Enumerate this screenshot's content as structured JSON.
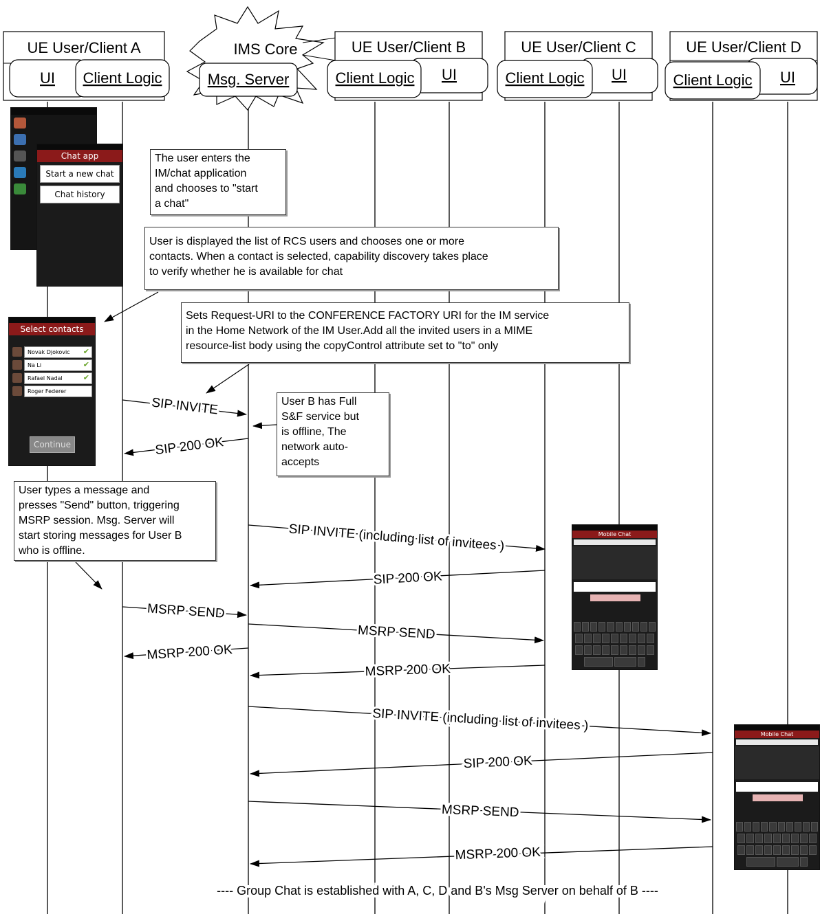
{
  "participants": [
    {
      "id": "A",
      "header": "UE User/Client A",
      "lanes": [
        {
          "label": "UI"
        },
        {
          "label": "Client Logic"
        }
      ]
    },
    {
      "id": "IMS",
      "header": "IMS Core",
      "lanes": [
        {
          "label": "Msg. Server"
        }
      ]
    },
    {
      "id": "B",
      "header": "UE User/Client B",
      "lanes": [
        {
          "label": "Client Logic"
        },
        {
          "label": "UI"
        }
      ]
    },
    {
      "id": "C",
      "header": "UE User/Client C",
      "lanes": [
        {
          "label": "Client Logic"
        },
        {
          "label": "UI"
        }
      ]
    },
    {
      "id": "D",
      "header": "UE User/Client D",
      "lanes": [
        {
          "label": "Client Logic"
        },
        {
          "label": "UI"
        }
      ]
    }
  ],
  "notes": {
    "enter_app": "The user enters the\nIM/chat application\nand chooses to \"start\na chat\"",
    "select_contacts": "User is displayed the list of RCS users and chooses one or more\ncontacts. When a contact is selected, capability discovery takes place\nto verify whether he is available for chat",
    "request_uri": "Sets Request-URI to the CONFERENCE FACTORY URI for the IM service\nin the Home Network of the IM User.Add all the invited users in a MIME\nresource-list body using the copyControl attribute set to \"to\" only",
    "user_b_offline": "User B has Full\nS&F service but\nis offline, The\nnetwork auto-\naccepts",
    "types_message": "User types a message and\npresses \"Send\" button, triggering\nMSRP session. Msg. Server will\nstart storing messages for User B\nwho is offline."
  },
  "messages": [
    {
      "label": "SIP INVITE",
      "from": "A-logic",
      "to": "Msg. Server"
    },
    {
      "label": "SIP 200 OK",
      "from": "Msg. Server",
      "to": "A-logic"
    },
    {
      "label": "SIP INVITE (including list of invitees )",
      "from": "Msg. Server",
      "to": "C-logic"
    },
    {
      "label": "SIP 200 OK",
      "from": "C-logic",
      "to": "Msg. Server"
    },
    {
      "label": "MSRP SEND",
      "from": "A-logic",
      "to": "Msg. Server"
    },
    {
      "label": "MSRP SEND",
      "from": "Msg. Server",
      "to": "C-logic"
    },
    {
      "label": "MSRP 200 OK",
      "from": "Msg. Server",
      "to": "A-logic"
    },
    {
      "label": "MSRP 200 OK",
      "from": "C-logic",
      "to": "Msg. Server"
    },
    {
      "label": "SIP INVITE (including list of invitees )",
      "from": "Msg. Server",
      "to": "D-logic"
    },
    {
      "label": "SIP 200 OK",
      "from": "D-logic",
      "to": "Msg. Server"
    },
    {
      "label": "MSRP SEND",
      "from": "Msg. Server",
      "to": "D-logic"
    },
    {
      "label": "MSRP 200 OK",
      "from": "D-logic",
      "to": "Msg. Server"
    }
  ],
  "footer": "---- Group Chat is established with A, C, D and B's Msg Server on behalf of B ----",
  "phones": {
    "chat_app": {
      "title": "Chat app",
      "items": [
        "Start a new chat",
        "Chat history"
      ]
    },
    "select_contacts": {
      "title": "Select contacts",
      "contacts": [
        "Novak Djokovic",
        "Na Li",
        "Rafael Nadal",
        "Roger Federer"
      ],
      "checked": [
        true,
        true,
        true,
        false
      ],
      "button": "Continue"
    },
    "mobile_chat": {
      "title": "Mobile Chat"
    }
  },
  "colors": {
    "phone_bar": "#8b1a1a",
    "check": "#6aa52a"
  }
}
